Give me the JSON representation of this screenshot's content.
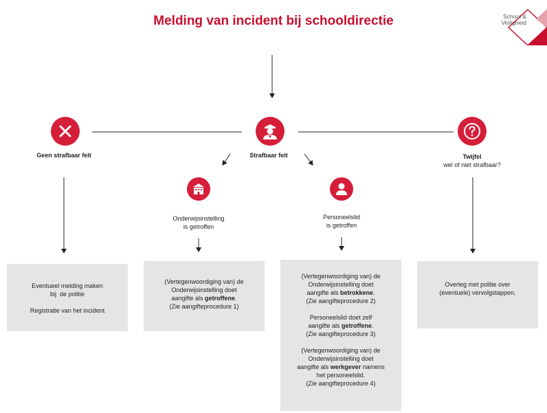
{
  "title": "Melding van incident bij schooldirectie",
  "logo": {
    "line1": "School &",
    "line2": "Veiligheid",
    "brand_color": "#c8102e"
  },
  "colors": {
    "accent": "#d51e3a",
    "box": "#e5e5e5"
  },
  "nodes": {
    "geen": {
      "icon": "x-icon",
      "label": "Geen strafbaar feit"
    },
    "strafbaar": {
      "icon": "police-officer-icon",
      "label": "Strafbaar feit"
    },
    "twijfel": {
      "icon": "question-mark-icon",
      "label": "Twijfel",
      "sublabel": "wel of niet strafbaar?"
    },
    "onderwijs": {
      "icon": "school-building-icon",
      "line1": "Onderwijsinstelling",
      "line2": "is getroffen"
    },
    "personeel": {
      "icon": "person-icon",
      "line1": "Personeelslid",
      "line2": "is getroffen"
    }
  },
  "boxes": {
    "geen": {
      "line1": "Eventueel melding maken",
      "line2": "bij  de politie",
      "line3": "Registratie van het incident"
    },
    "onderwijs": {
      "line1": "(Vertegenwoordiging van) de",
      "line2": "Onderwijsinstelling doet",
      "line3_prefix": "aangifte als ",
      "line3_bold": "getroffene",
      "line3_suffix": ".",
      "line4": "(Zie aangifteprocedure 1)"
    },
    "personeel": {
      "p1_line1": "(Vertegenwoordiging van) de",
      "p1_line2": "Onderwijsinstelling doet",
      "p1_line3_prefix": "aangifte als ",
      "p1_line3_bold": "betrokkene",
      "p1_line3_suffix": ".",
      "p1_line4": "(Zie aangifteprocedure 2)",
      "p2_line1": "Personeelslid doet zelf",
      "p2_line2_prefix": "aangifte als ",
      "p2_line2_bold": "getroffene",
      "p2_line2_suffix": ".",
      "p2_line3": "(Zie aangifteprocedure 3)",
      "p3_line1": "(Vertegenwoordiging van) de",
      "p3_line2": "Onderwijsinstelling doet",
      "p3_line3_prefix": "aangifte als ",
      "p3_line3_bold": "werkgever",
      "p3_line3_suffix": " namens",
      "p3_line4": "het personeelslid.",
      "p3_line5": "(Zie aangifteprocedure 4)"
    },
    "twijfel": {
      "line1": "Overleg met politie over",
      "line2": "(eventuele) vervolgstappen."
    }
  }
}
